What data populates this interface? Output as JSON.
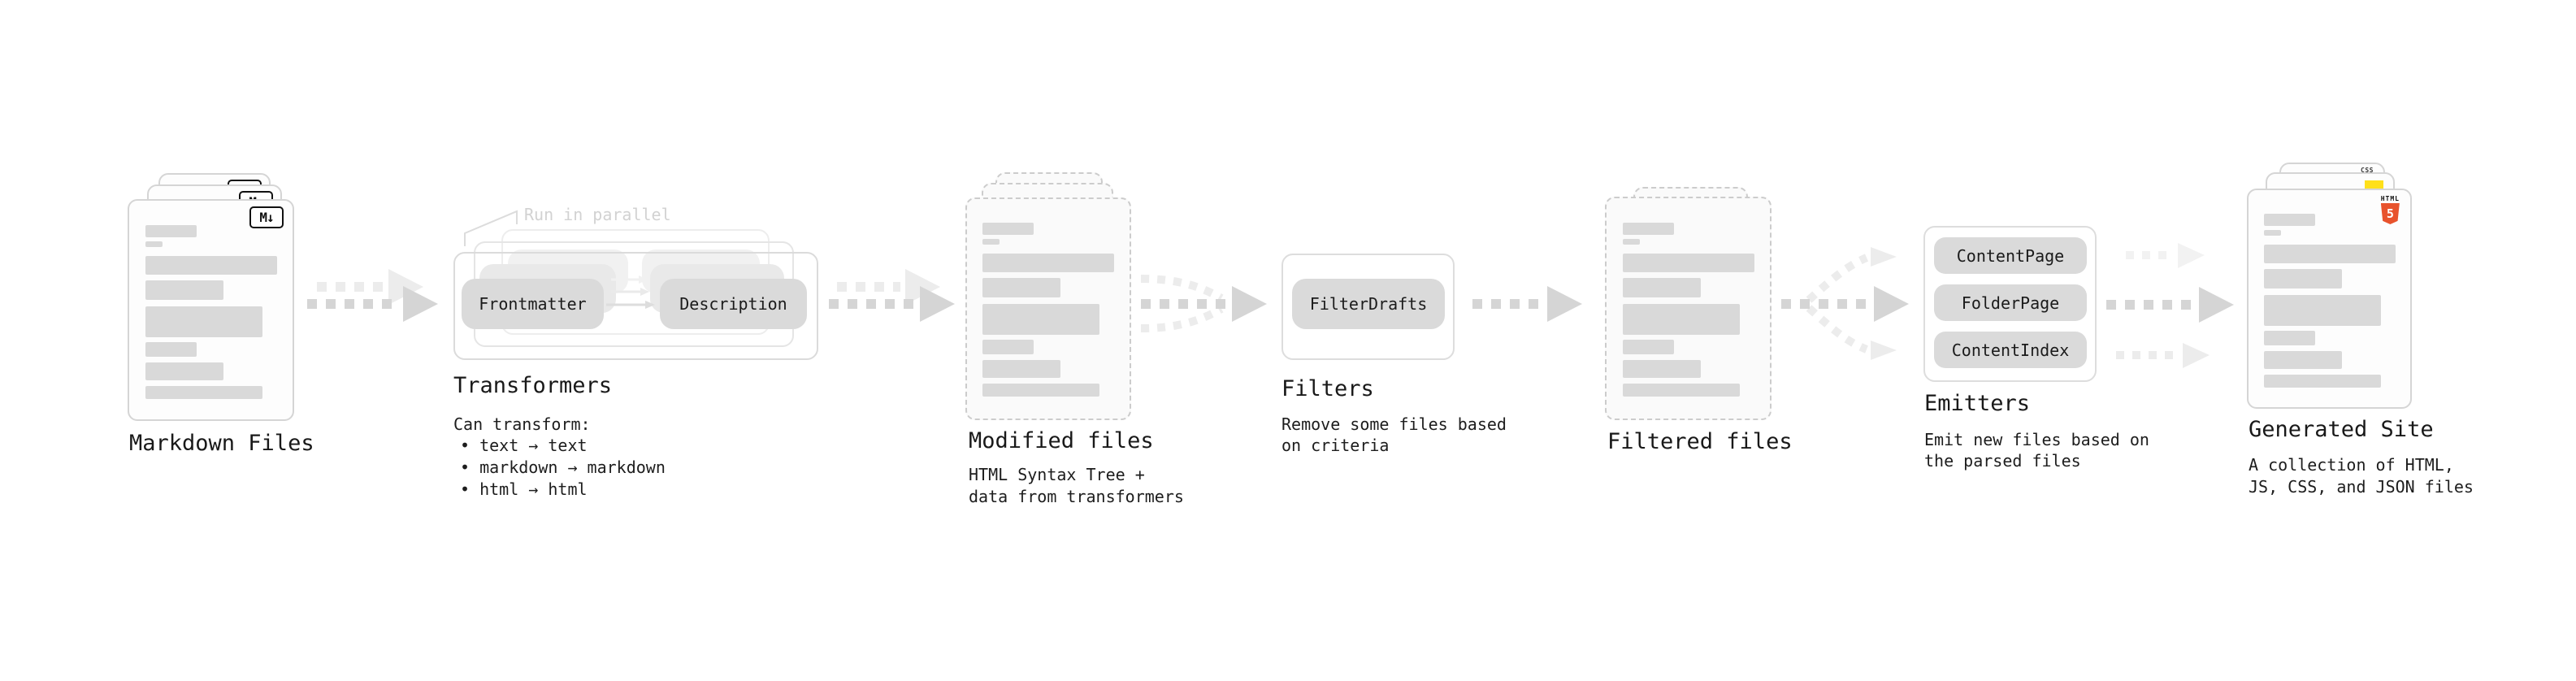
{
  "nodes": {
    "markdown_files": {
      "label": "Markdown Files",
      "badge": "M↓"
    },
    "transformers": {
      "annotation": "Run in parallel",
      "input_pill": "Frontmatter",
      "output_pill": "Description",
      "title": "Transformers",
      "desc_heading": "Can transform:",
      "bullets": [
        "• text → text",
        "• markdown → markdown",
        "• html → html"
      ]
    },
    "modified_files": {
      "title": "Modified files",
      "desc_lines": [
        "HTML Syntax Tree +",
        "data from transformers"
      ]
    },
    "filters": {
      "pill": "FilterDrafts",
      "title": "Filters",
      "desc_lines": [
        "Remove some files based",
        "on criteria"
      ]
    },
    "filtered_files": {
      "title": "Filtered files"
    },
    "emitters": {
      "pills": [
        "ContentPage",
        "FolderPage",
        "ContentIndex"
      ],
      "title": "Emitters",
      "desc_lines": [
        "Emit new files based on",
        "the parsed files"
      ]
    },
    "generated_site": {
      "title": "Generated Site",
      "desc_lines": [
        "A collection of HTML,",
        "JS, CSS, and JSON files"
      ],
      "badges": {
        "html_label": "HTML",
        "html_number": "5",
        "css_label": "CSS"
      }
    }
  },
  "colors": {
    "html5_orange": "#e8532d",
    "js_yellow": "#ffe01a",
    "css_blue": "#2e6cf0",
    "pill_gray": "#dadada",
    "bar_gray": "#d9d9d9",
    "arrow_gray": "#d5d5d5",
    "text_dark": "#191919",
    "annotation_gray": "#d2d2d2"
  }
}
